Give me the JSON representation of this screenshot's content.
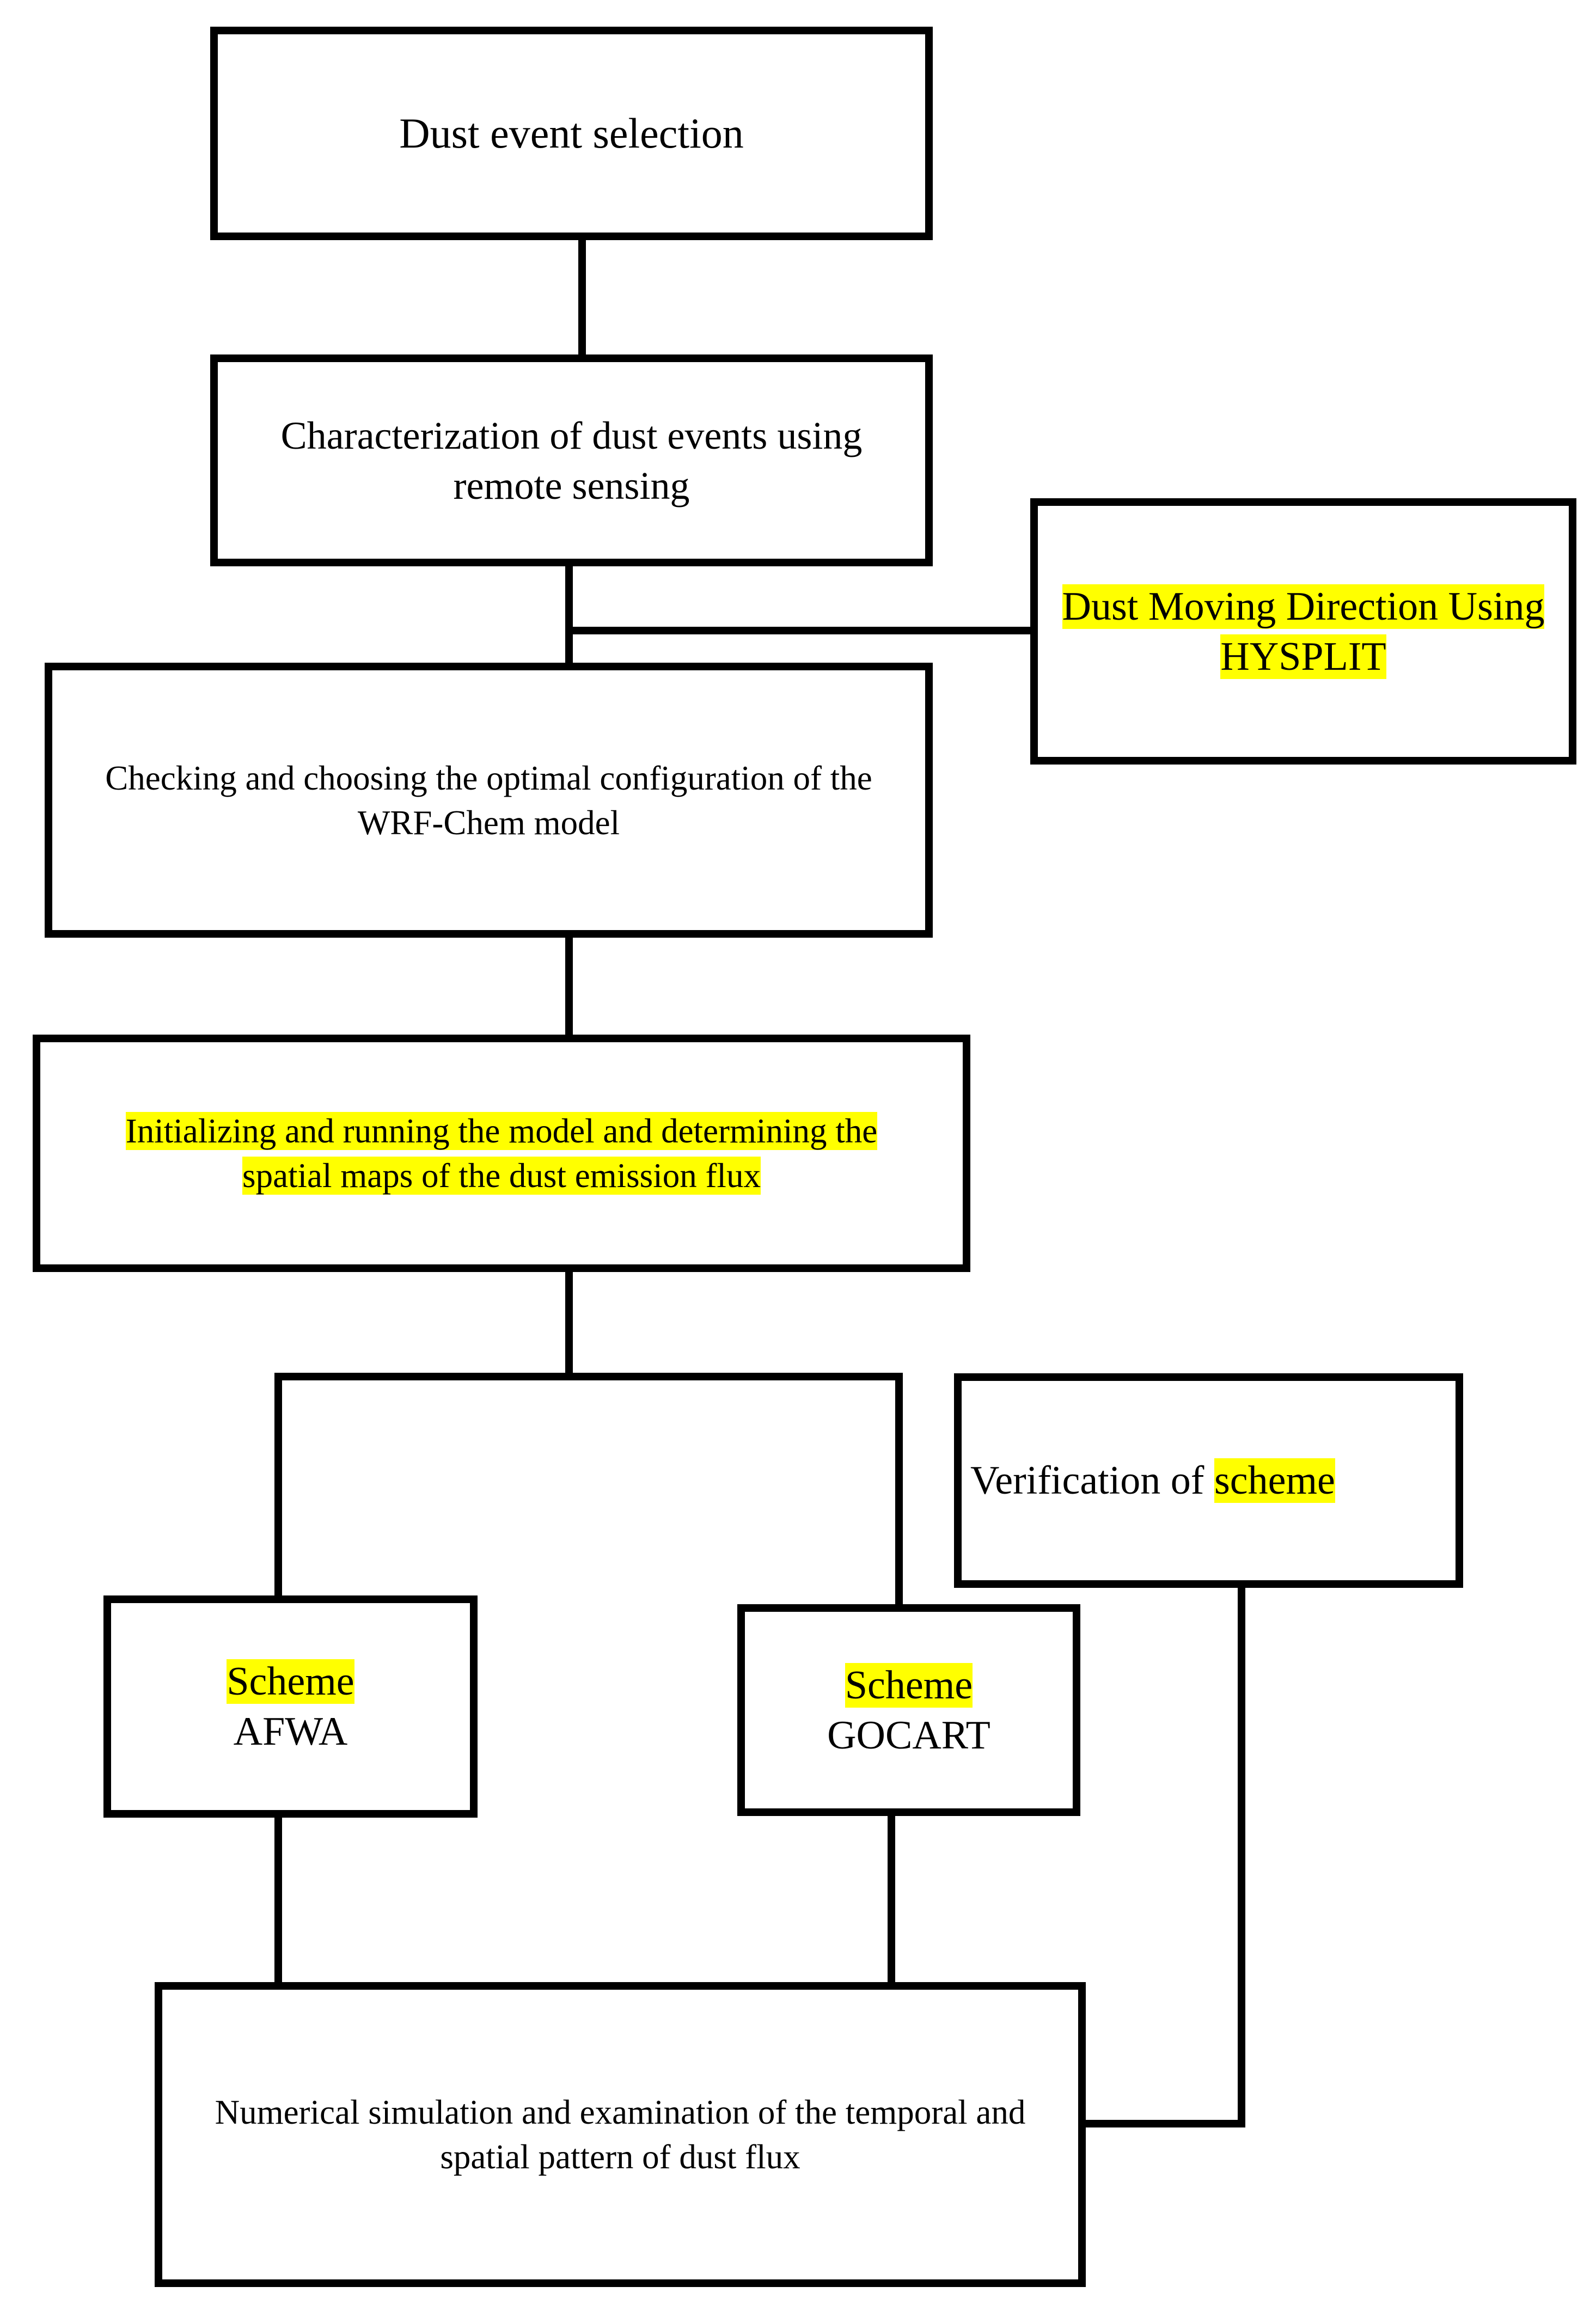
{
  "nodes": {
    "dust_event": {
      "lines": [
        [
          {
            "text": "Dust event selection",
            "highlight": false
          }
        ]
      ]
    },
    "characterization": {
      "lines": [
        [
          {
            "text": "Characterization of dust events using",
            "highlight": false
          }
        ],
        [
          {
            "text": "remote sensing",
            "highlight": false
          }
        ]
      ]
    },
    "hysplit": {
      "lines": [
        [
          {
            "text": "Dust Moving Direction Using",
            "highlight": true
          }
        ],
        [
          {
            "text": "HYSPLIT",
            "highlight": true
          }
        ]
      ]
    },
    "wrf": {
      "lines": [
        [
          {
            "text": "Checking and choosing the optimal configuration of the",
            "highlight": false
          }
        ],
        [
          {
            "text": "WRF-Chem model",
            "highlight": false
          }
        ]
      ]
    },
    "initializing": {
      "lines": [
        [
          {
            "text": "Initializing and running the model and determining the",
            "highlight": true
          }
        ],
        [
          {
            "text": "spatial maps of the dust emission flux",
            "highlight": true
          }
        ]
      ]
    },
    "verification": {
      "lines": [
        [
          {
            "text": "Verification of ",
            "highlight": false
          },
          {
            "text": "scheme",
            "highlight": true
          }
        ]
      ]
    },
    "afwa": {
      "lines": [
        [
          {
            "text": "Scheme",
            "highlight": true
          }
        ],
        [
          {
            "text": "AFWA",
            "highlight": false
          }
        ]
      ]
    },
    "gocart": {
      "lines": [
        [
          {
            "text": "Scheme",
            "highlight": true
          }
        ],
        [
          {
            "text": "GOCART",
            "highlight": false
          }
        ]
      ]
    },
    "numerical": {
      "lines": [
        [
          {
            "text": "Numerical simulation and examination of the temporal and",
            "highlight": false
          }
        ],
        [
          {
            "text": "spatial pattern of dust flux",
            "highlight": false
          }
        ]
      ]
    }
  },
  "colors": {
    "highlight": "#ffff00",
    "stroke": "#000000",
    "background": "#ffffff"
  }
}
